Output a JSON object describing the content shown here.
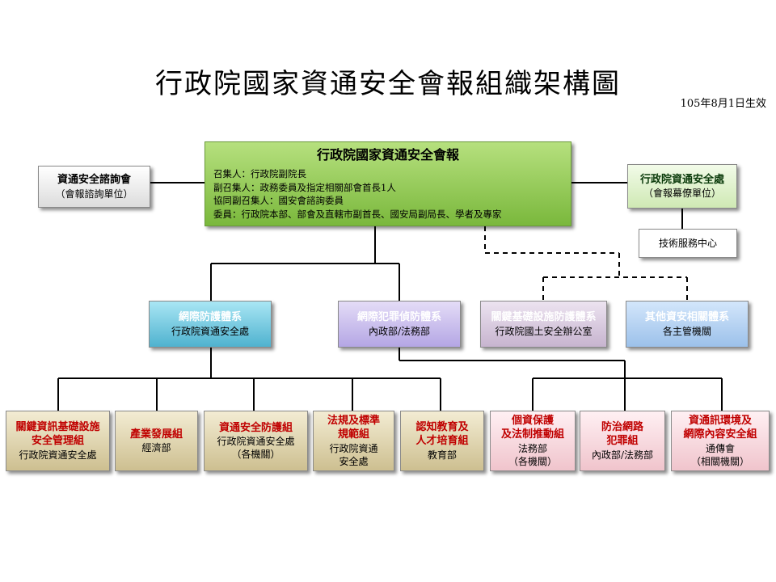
{
  "title": "行政院國家資通安全會報組織架構圖",
  "effective_date": "105年8月1日生效",
  "center": {
    "name": "行政院國家資通安全會報",
    "members": [
      "召集人：行政院副院長",
      "副召集人：政務委員及指定相關部會首長1人",
      "協同副召集人：國安會諮詢委員",
      "委員：行政院本部、部會及直轄市副首長、國安局副局長、學者及專家"
    ]
  },
  "advisory": {
    "name": "資通安全諮詢會",
    "note": "（會報諮詢單位）"
  },
  "office": {
    "name": "行政院資通安全處",
    "note": "（會報幕僚單位）"
  },
  "tech_center": {
    "name": "技術服務中心"
  },
  "systems": [
    {
      "name": "網際防護體系",
      "unit": "行政院資通安全處"
    },
    {
      "name": "網際犯罪偵防體系",
      "unit": "內政部/法務部"
    },
    {
      "name": "關鍵基礎設施防護體系",
      "unit": "行政院國土安全辦公室"
    },
    {
      "name": "其他資安相關體系",
      "unit": "各主管機關"
    }
  ],
  "groups": [
    {
      "name1": "關鍵資訊基礎設施",
      "name2": "安全管理組",
      "unit": "行政院資通安全處"
    },
    {
      "name1": "產業發展組",
      "unit": "經濟部"
    },
    {
      "name1": "資通安全防護組",
      "unit": "行政院資通安全處",
      "unit2": "（各機關）"
    },
    {
      "name1": "法規及標準",
      "name2": "規範組",
      "unit": "行政院資通",
      "unit2": "安全處"
    },
    {
      "name1": "認知教育及",
      "name2": "人才培育組",
      "unit": "教育部"
    },
    {
      "name1": "個資保護",
      "name2": "及法制推動組",
      "unit": "法務部",
      "unit2": "（各機關）"
    },
    {
      "name1": "防治網路",
      "name2": "犯罪組",
      "unit": "內政部/法務部"
    },
    {
      "name1": "資通訊環境及",
      "name2": "網際內容安全組",
      "unit": "通傳會",
      "unit2": "（相關機關）"
    }
  ],
  "colors": {
    "center": "#8cc34a",
    "system_protection": "#6cc3dd",
    "system_crime": "#c1b5ea",
    "system_infrastructure": "#d2c2d9",
    "system_other": "#b3d1f2",
    "group_tan": "#ddd2a9",
    "group_pink": "#f5d2d8",
    "line": "#000000"
  }
}
